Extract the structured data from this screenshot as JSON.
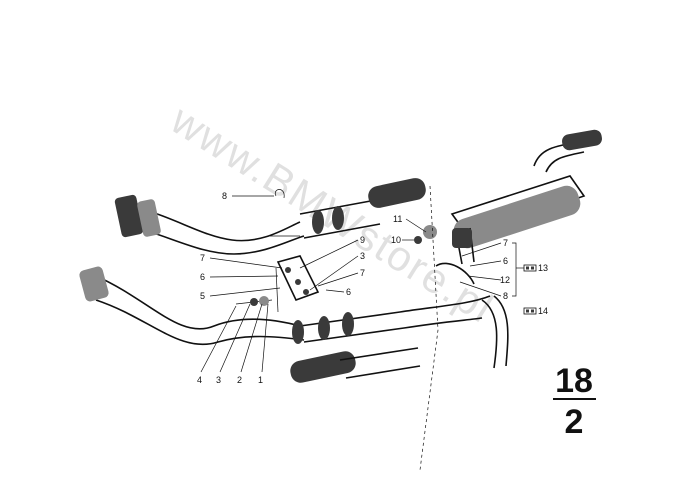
{
  "watermark": "www.BMWstore.pl",
  "page_number": {
    "top": "18",
    "bottom": "2"
  },
  "callouts": [
    "8",
    "9",
    "7",
    "6",
    "5",
    "3",
    "7",
    "6",
    "4",
    "3",
    "2",
    "1",
    "11",
    "10",
    "7",
    "6",
    "12",
    "8"
  ],
  "ref_labels": [
    "13",
    "14"
  ],
  "colors": {
    "ink": "#111111",
    "watermark": "#c8c8c8",
    "background": "#ffffff"
  },
  "icons": [
    "washer-pair-icon"
  ]
}
